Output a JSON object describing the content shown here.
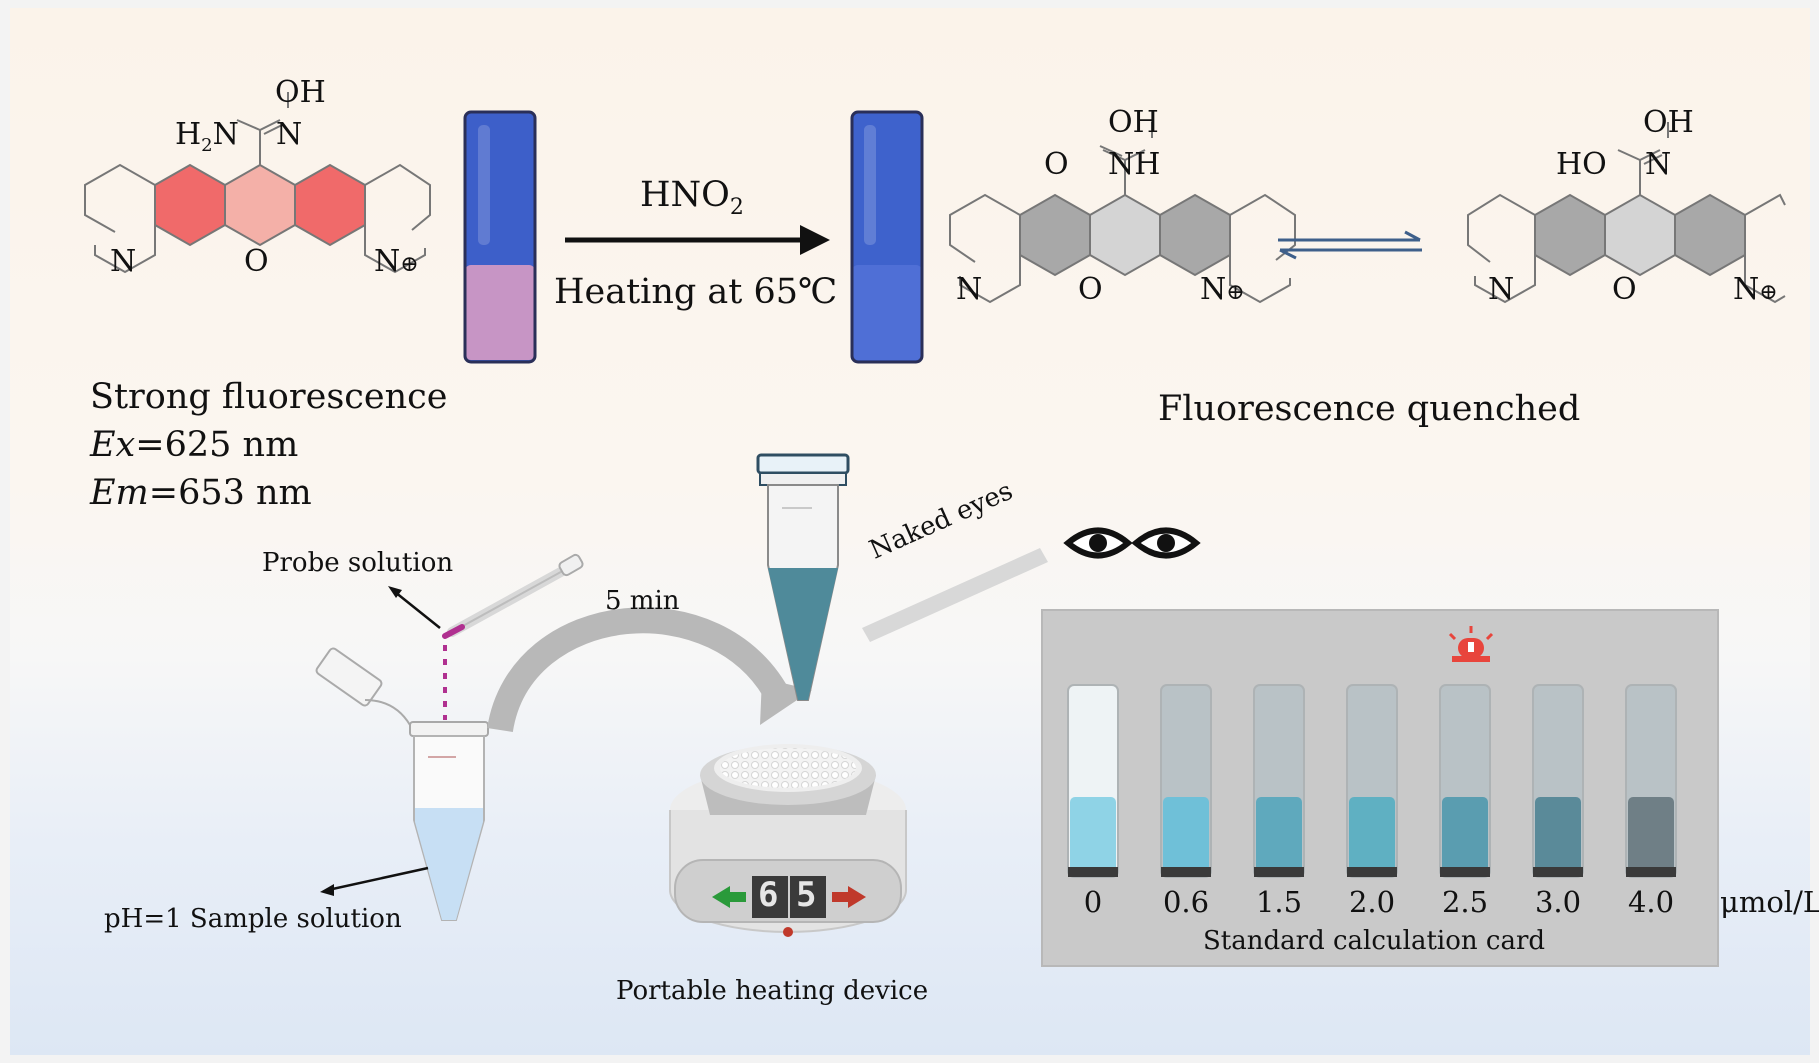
{
  "reaction": {
    "reagent": "HNO",
    "reagent_subscript": "2",
    "condition": "Heating at 65℃"
  },
  "probe": {
    "state": "Strong fluorescence",
    "ex_symbol": "Ex",
    "ex_value": "=625 nm",
    "em_symbol": "Em",
    "em_value": "=653 nm"
  },
  "product": {
    "state": "Fluorescence quenched"
  },
  "atoms": {
    "N": "N",
    "O": "O",
    "OH": "OH",
    "NH": "NH",
    "HO": "HO",
    "H": "H",
    "H2_sub": "2",
    "N_plus": "N",
    "plus": "⊕"
  },
  "workflow": {
    "probe_solution": "Probe solution",
    "sample_solution": "pH=1 Sample solution",
    "time": "5 min",
    "device": "Portable heating device",
    "display_digits": [
      "6",
      "5"
    ],
    "naked_eyes": "Naked eyes"
  },
  "card": {
    "title": "Standard calculation card",
    "unit": "μmol/L",
    "concentrations": [
      "0",
      "0.6",
      "1.5",
      "2.0",
      "2.5",
      "3.0",
      "4.0"
    ],
    "liquid_colors": [
      "#8fd3e6",
      "#6fc0d8",
      "#5fa9bd",
      "#5fb0c2",
      "#5a9db0",
      "#5a8a99",
      "#6f7f86"
    ]
  },
  "colors": {
    "fluorescent_ring": "#f06a6a",
    "quenched_ring": "#a8a8a8",
    "vial_blue": "#3d5fc9",
    "vial_pink": "#e2a3c8",
    "tube_teal": "#5b8fa0",
    "alarm_red": "#e8453c"
  }
}
